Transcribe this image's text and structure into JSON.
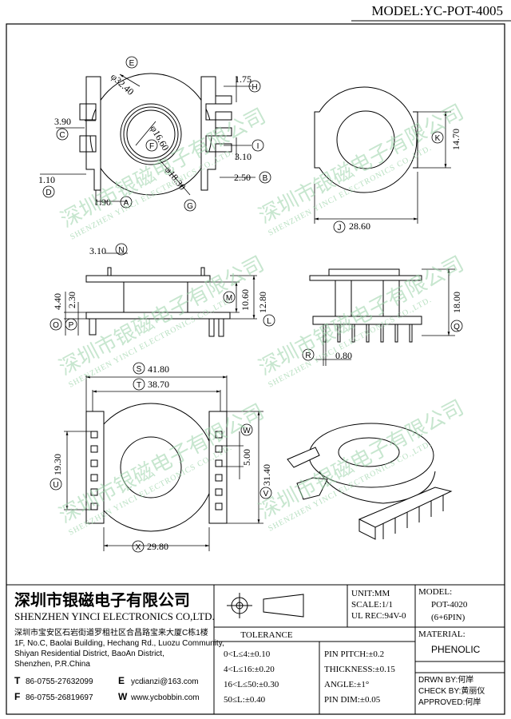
{
  "model": "MODEL:YC-POT-4005",
  "top_view": {
    "dims": {
      "E": "φ32.40",
      "F": "φ16.60",
      "G": "φ18.30",
      "C": "3.90",
      "D": "1.10",
      "A": "1.90",
      "B": "2.50",
      "H": "1.75",
      "I": "3.10"
    },
    "labels": {
      "E": "E",
      "F": "F",
      "G": "G",
      "C": "C",
      "D": "D",
      "A": "A",
      "B": "B",
      "H": "H",
      "I": "I"
    }
  },
  "round_view": {
    "dims": {
      "K": "14.70",
      "J": "28.60"
    },
    "labels": {
      "K": "K",
      "J": "J"
    }
  },
  "side_view": {
    "dims": {
      "N": "3.10",
      "M": "10.60",
      "L": "12.80",
      "O": "4.40",
      "P": "2.30"
    },
    "labels": {
      "N": "N",
      "M": "M",
      "L": "L",
      "O": "O",
      "P": "P"
    }
  },
  "side_view_2": {
    "dims": {
      "Q": "18.00",
      "R": "0.80"
    },
    "labels": {
      "Q": "Q",
      "R": "R"
    }
  },
  "bottom_view": {
    "dims": {
      "S": "41.80",
      "T": "38.70",
      "U": "19.30",
      "V": "31.40",
      "W": "5.00",
      "X": "29.80"
    },
    "labels": {
      "S": "S",
      "T": "T",
      "U": "U",
      "V": "V",
      "W": "W",
      "X": "X"
    }
  },
  "watermark": {
    "cn": "深圳市银磁电子有限公司",
    "en": "SHENZHEN YINCI ELECTRONICS CO.,LTD."
  },
  "title_block": {
    "company_cn": "深圳市银磁电子有限公司",
    "company_en": "SHENZHEN YINCI ELECTRONICS CO,LTD.",
    "address_cn": "深圳市宝安区石岩街道罗租社区合昌路宝来大厦C栋1楼",
    "address_en": [
      "1F, No.C, Baolai Building, Hechang Rd., Luozu Community,",
      "Shiyan Residential District, BaoAn District,",
      "Shenzhen, P.R.China"
    ],
    "contacts": [
      {
        "key": "T",
        "value": "86-0755-27632099"
      },
      {
        "key": "E",
        "value": "ycdianzi@163.com"
      },
      {
        "key": "F",
        "value": "86-0755-26819697"
      },
      {
        "key": "W",
        "value": "www.ycbobbin.com"
      }
    ],
    "unit": "UNIT:MM",
    "scale": "SCALE:1/1",
    "ul_rec": "UL REC:94V-0",
    "model_label": "MODEL:",
    "model_value": "POT-4020",
    "model_pins": "(6+6PIN)",
    "material_label": "MATERIAL:",
    "material_value": "PHENOLIC",
    "tolerance_title": "TOLERANCE",
    "tolerance_rows": [
      "0<L≤4:±0.10",
      "4<L≤16:±0.20",
      "16<L≤50:±0.30",
      "50≤L:±0.40"
    ],
    "tolerance_right": [
      "PIN PITCH:±0.2",
      "THICKNESS:±0.15",
      "ANGLE:±1°",
      "PIN DIM:±0.05"
    ],
    "drwn": "DRWN BY:何岸",
    "check": "CHECK BY:黄丽仪",
    "approved": "APPROVED:何岸"
  }
}
